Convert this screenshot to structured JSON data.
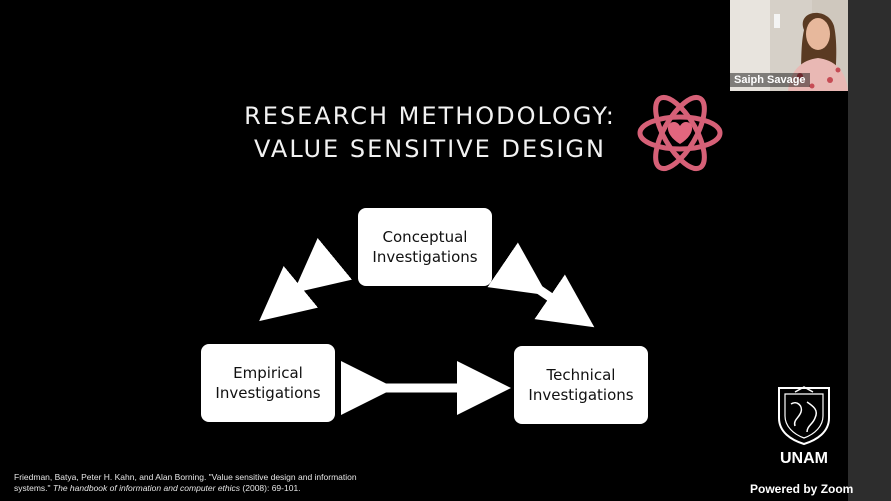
{
  "slide": {
    "title_line1": "RESEARCH METHODOLOGY:",
    "title_line2": "VALUE SENSITIVE DESIGN",
    "boxes": {
      "conceptual": [
        "Conceptual",
        "Investigations"
      ],
      "empirical": [
        "Empirical",
        "Investigations"
      ],
      "technical": [
        "Technical",
        "Investigations"
      ]
    },
    "citation_line1": "Friedman, Batya, Peter H. Kahn, and Alan Borning. \"Value sensitive design and information",
    "citation_line2_prefix": "systems.\" ",
    "citation_line2_italic": "The handbook of information and computer ethics",
    "citation_line2_suffix": " (2008): 69-101.",
    "logo_icon": "atom-heart-icon",
    "logo_color": "#e2667e"
  },
  "video": {
    "participant_name": "Saiph Savage"
  },
  "branding": {
    "institution": "UNAM",
    "powered_by": "Powered by Zoom"
  }
}
